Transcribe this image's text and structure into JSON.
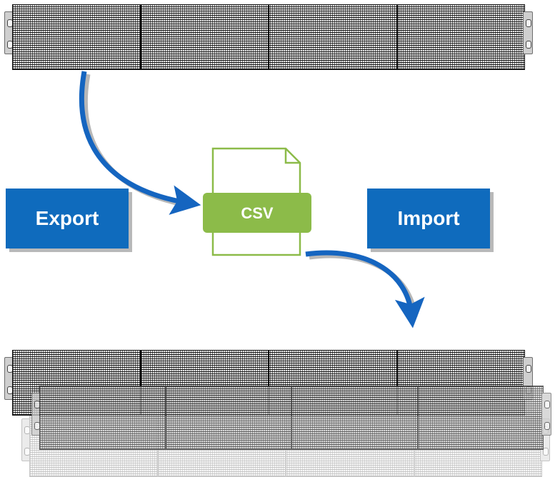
{
  "labels": {
    "export": "Export",
    "import": "Import",
    "file": "CSV"
  },
  "colors": {
    "label_bg": "#0f6bbd",
    "arrow": "#1565c0",
    "file_green": "#8cbb49"
  }
}
